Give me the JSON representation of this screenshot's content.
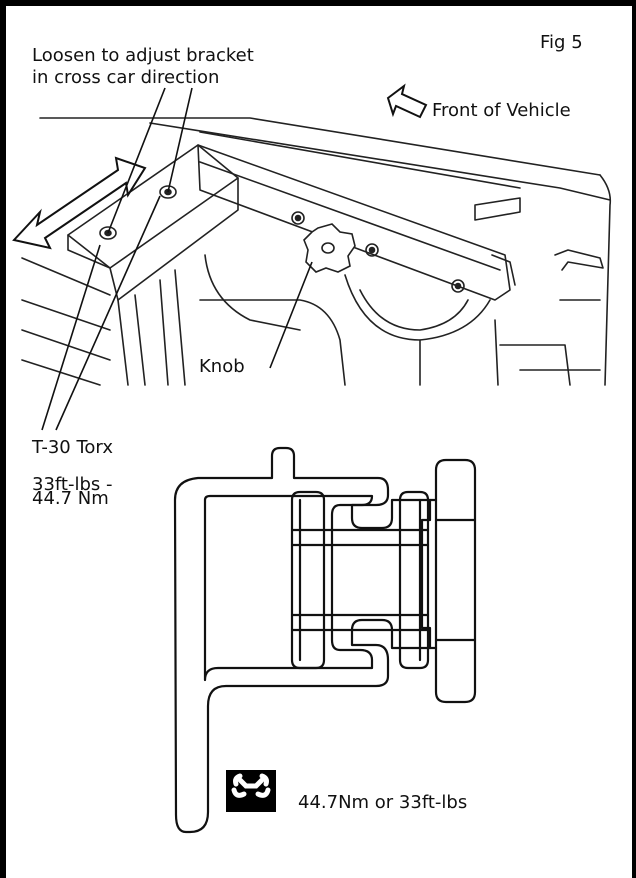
{
  "figure_label": "Fig 5",
  "callouts": {
    "loosen_line1": "Loosen to adjust bracket",
    "loosen_line2": "in cross car direction",
    "front_of_vehicle": "Front of Vehicle",
    "knob": "Knob",
    "torx": "T-30 Torx",
    "torque_line1": "33ft-lbs -",
    "torque_line2": "44.7 Nm"
  },
  "torque_spec": "44.7Nm or 33ft-lbs",
  "icons": [
    "arrow-left-outline-icon",
    "wrench-icon"
  ]
}
